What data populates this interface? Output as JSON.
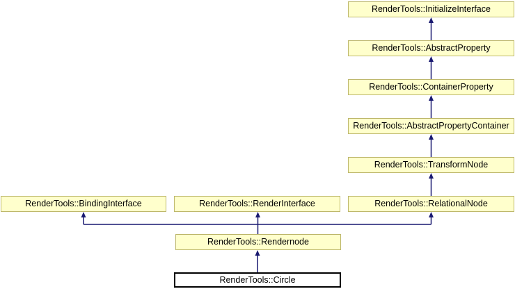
{
  "diagram_type": "class-inheritance-graph",
  "colors": {
    "node_fill": "#ffffcc",
    "node_border": "#bdb76b",
    "current_node_fill": "#ffffff",
    "current_node_border": "#000000",
    "edge_color": "#191970",
    "text_color": "#000000",
    "page_background": "#ffffff"
  },
  "nodes": [
    {
      "id": "initialize-interface",
      "label": "RenderTools::InitializeInterface"
    },
    {
      "id": "abstract-property",
      "label": "RenderTools::AbstractProperty"
    },
    {
      "id": "container-property",
      "label": "RenderTools::ContainerProperty"
    },
    {
      "id": "abstract-property-container",
      "label": "RenderTools::AbstractPropertyContainer"
    },
    {
      "id": "transform-node",
      "label": "RenderTools::TransformNode"
    },
    {
      "id": "relational-node",
      "label": "RenderTools::RelationalNode"
    },
    {
      "id": "binding-interface",
      "label": "RenderTools::BindingInterface"
    },
    {
      "id": "render-interface",
      "label": "RenderTools::RenderInterface"
    },
    {
      "id": "rendernode",
      "label": "RenderTools::Rendernode"
    },
    {
      "id": "circle",
      "label": "RenderTools::Circle",
      "current": true
    }
  ],
  "edges": [
    {
      "child": "RenderTools::AbstractProperty",
      "parent": "RenderTools::InitializeInterface"
    },
    {
      "child": "RenderTools::ContainerProperty",
      "parent": "RenderTools::AbstractProperty"
    },
    {
      "child": "RenderTools::AbstractPropertyContainer",
      "parent": "RenderTools::ContainerProperty"
    },
    {
      "child": "RenderTools::TransformNode",
      "parent": "RenderTools::AbstractPropertyContainer"
    },
    {
      "child": "RenderTools::RelationalNode",
      "parent": "RenderTools::TransformNode"
    },
    {
      "child": "RenderTools::Rendernode",
      "parent": "RenderTools::BindingInterface"
    },
    {
      "child": "RenderTools::Rendernode",
      "parent": "RenderTools::RenderInterface"
    },
    {
      "child": "RenderTools::Rendernode",
      "parent": "RenderTools::RelationalNode"
    },
    {
      "child": "RenderTools::Circle",
      "parent": "RenderTools::Rendernode"
    }
  ]
}
